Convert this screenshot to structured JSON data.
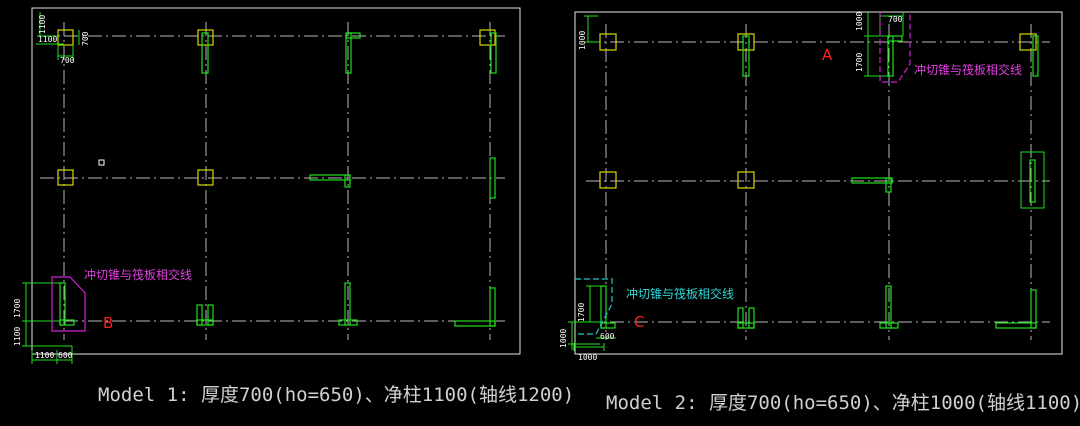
{
  "model1": {
    "caption": "Model 1:   厚度700(ho=650)、净柱1100(轴线1200)",
    "note": "冲切锥与筏板相交线",
    "marker": "B",
    "dims": {
      "d1100_top": "1100",
      "d1100_left": "1100",
      "d700_right": "700",
      "d700_bottom": "700",
      "d1700": "1700",
      "d1100_low": "1100",
      "d1100_bot": "1100",
      "d600": "600"
    }
  },
  "model2": {
    "caption": "Model 2:  厚度700(ho=650)、净柱1000(轴线1100)",
    "note_top": "冲切锥与筏板相交线",
    "note_bottom": "冲切锥与筏板相交线",
    "marker_a": "A",
    "marker_c": "C",
    "dims": {
      "d1000_tl": "1000",
      "d1000_top": "1000",
      "d700_top": "700",
      "d1700_top": "1700",
      "d1700_bot": "1700",
      "d1000_bot_v": "1000",
      "d1000_bot_h": "1000",
      "d600": "600"
    }
  },
  "colors": {
    "background": "#000000",
    "axis": "#b8b8b8",
    "column": "#d8d800",
    "wall": "#1ee01e",
    "punch_line_1": "#d020d0",
    "punch_line_2": "#22c8c8",
    "marker": "#ff2020"
  }
}
